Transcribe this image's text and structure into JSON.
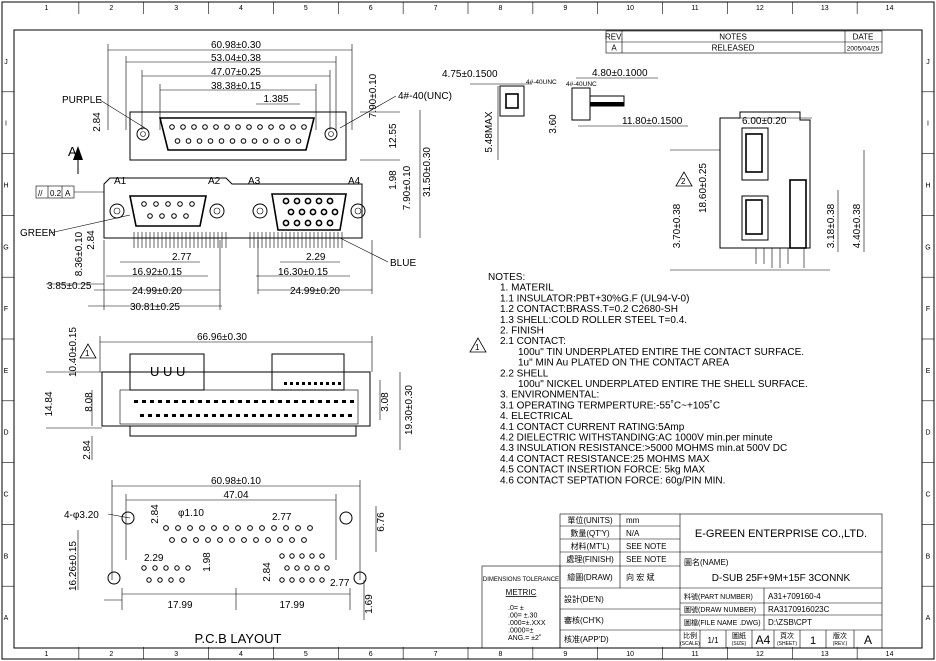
{
  "grid": {
    "cols": [
      "1",
      "2",
      "3",
      "4",
      "5",
      "6",
      "7",
      "8",
      "9",
      "10",
      "11",
      "12",
      "13",
      "14"
    ],
    "rows": [
      "J",
      "I",
      "H",
      "G",
      "F",
      "E",
      "D",
      "C",
      "B",
      "A"
    ]
  },
  "revision": {
    "headers": [
      "REV.",
      "NOTES",
      "DATE"
    ],
    "row": [
      "A",
      "RELEASED",
      "2005/04/25"
    ]
  },
  "dims": {
    "d60_98": "60.98±0.30",
    "d53_04": "53.04±0.38",
    "d47_07": "47.07±0.25",
    "d38_38": "38.38±0.15",
    "d1_385": "1.385",
    "thread": "4#-40(UNC)",
    "d7_90a": "7.90±0.10",
    "d12_55": "12.55",
    "d31_50": "31.50±0.30",
    "d7_90b": "7.90±0.10",
    "d1_98a": "1.98",
    "d2_84a": "2.84",
    "purple": "PURPLE",
    "green": "GREEN",
    "blue": "BLUE",
    "a1": "A1",
    "a2": "A2",
    "a3": "A3",
    "a4": "A4",
    "datum": "A",
    "tol": "0.2",
    "tolDatum": "A",
    "d8_36": "8.36±0.10",
    "d2_84b": "2.84",
    "d2_77a": "2.77",
    "d2_29a": "2.29",
    "d16_92": "16.92±0.15",
    "d16_30": "16.30±0.15",
    "d3_85": "3.85±0.25",
    "d24_99a": "24.99±0.20",
    "d24_99b": "24.99±0.20",
    "d30_81": "30.81±0.25",
    "d4_75": "4.75±0.1500",
    "thread2": "4#-40UNC",
    "d5_48": "5.48MAX",
    "d3_60": "3.60",
    "d4_80": "4.80±0.1000",
    "thread3": "4#-40UNC",
    "d11_80": "11.80±0.1500",
    "d6_00": "6.00±0.20",
    "d18_60": "18.60±0.25",
    "d3_70": "3.70±0.38",
    "d3_18": "3.18±0.38",
    "d4_40": "4.40±0.38",
    "tri2": "2",
    "d66_96": "66.96±0.30",
    "d10_40": "10.40±0.15",
    "uuu": "U U U",
    "d14_84": "14.84",
    "d8_08": "8.08",
    "d3_08": "3.08",
    "d19_30": "19.30±0.30",
    "d2_84c": "2.84",
    "tri1": "1",
    "p60_98": "60.98±0.10",
    "p47_04": "47.04",
    "p3_20": "4-φ3.20",
    "p2_84": "2.84",
    "p1_10": "φ1.10",
    "p2_77": "2.77",
    "p6_76": "6.76",
    "p16_26": "16.26±0.15",
    "p2_29": "2.29",
    "p1_98": "1.98",
    "p2_84b": "2.84",
    "p2_77b": "2.77",
    "p17_99a": "17.99",
    "p17_99b": "17.99",
    "p1_69": "1.69",
    "pcb": "P.C.B LAYOUT"
  },
  "notes": [
    "NOTES:",
    "1. MATERIL",
    "1.1 INSULATOR:PBT+30%G.F (UL94-V-0)",
    "1.2 CONTACT:BRASS.T=0.2 C2680-SH",
    "1.3 SHELL:COLD ROLLER STEEL T=0.4.",
    "2. FINISH",
    "2.1 CONTACT:",
    "100u\" TIN UNDERPLATED ENTIRE THE CONTACT SURFACE.",
    "1u\" MIN Au PLATED ON THE CONTACT AREA",
    "2.2 SHELL",
    "100u\" NICKEL UNDERPLATED ENTIRE THE SHELL SURFACE.",
    "3. ENVIRONMENTAL:",
    "3.1 OPERATING TERMPERTURE:-55˚C~+105˚C",
    "4. ELECTRICAL",
    "4.1 CONTACT CURRENT RATING:5Amp",
    "4.2 DIELECTRIC WITHSTANDING:AC 1000V min.per minute",
    "4.3 INSULATION RESISTANCE:>5000 MOHMS min.at 500V DC",
    "4.4 CONTACT RESISTANCE:25 MOHMS MAX",
    "4.5 CONTACT INSERTION FORCE: 5kg MAX",
    "4.6 CONTACT SEPTATION FORCE: 60g/PIN MIN."
  ],
  "title_block": {
    "unit_label": "單位(UNITS)",
    "unit_value": "mm",
    "qty_label": "數量(QT'Y)",
    "qty_value": "N/A",
    "mtl_label": "材料(MT'L)",
    "mtl_value": "SEE NOTE",
    "fin_label": "處理(FINISH)",
    "fin_value": "SEE NOTE",
    "company": "E-GREEN ENTERPRISE CO.,LTD.",
    "draw_label": "繪圖(DRAW)",
    "draw_value": "向 宏 斌",
    "name_label": "圖名(NAME)",
    "name_value": "D-SUB 25F+9M+15F 3CONNK",
    "design_label": "設計(DE'N)",
    "check_label": "審核(CH'K)",
    "appd_label": "核准(APP'D)",
    "part_label": "料號(PART NUMBER)",
    "part_value": "A31+709160-4",
    "dwg_label": "圖號(DRAW NUMBER)",
    "dwg_value": "RA3170916023C",
    "file_label": "圖檔(FILE NAME .DWG)",
    "file_value": "D:\\ZSB\\CPT",
    "scale_label": "比例",
    "scale_sub": "(SCALE)",
    "scale_value": "1/1",
    "size_label": "圖紙",
    "size_sub": "(SIZE)",
    "size_value": "A4",
    "sheet_label": "頁次",
    "sheet_sub": "(SHEET)",
    "sheet_value": "1",
    "rev_label": "版次",
    "rev_sub": "(REV.)",
    "rev_value": "A",
    "tol_title": "DIMENSIONS TOLERANCE",
    "metric": "METRIC",
    "tol_lines": [
      ".0= ±",
      ".00= ±.30",
      ".000=±.XXX",
      ".0000=±",
      "ANG.= ±2˚"
    ]
  }
}
